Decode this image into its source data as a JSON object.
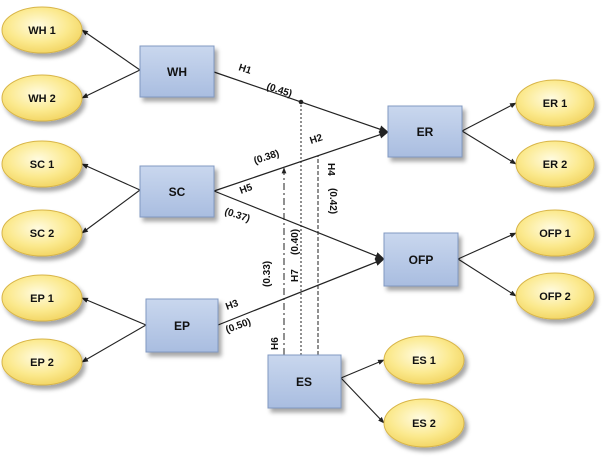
{
  "diagram": {
    "constructs": {
      "WH": "WH",
      "SC": "SC",
      "EP": "EP",
      "ER": "ER",
      "OFP": "OFP",
      "ES": "ES"
    },
    "indicators": {
      "WH1": "WH 1",
      "WH2": "WH 2",
      "SC1": "SC 1",
      "SC2": "SC 2",
      "EP1": "EP 1",
      "EP2": "EP 2",
      "ER1": "ER 1",
      "ER2": "ER 2",
      "OFP1": "OFP 1",
      "OFP2": "OFP 2",
      "ES1": "ES 1",
      "ES2": "ES 2"
    },
    "paths": {
      "H1": {
        "label": "H1",
        "coef": "(0.45)"
      },
      "H2": {
        "label": "H2",
        "coef": "(0.38)"
      },
      "H3": {
        "label": "H3",
        "coef": "(0.50)"
      },
      "H4": {
        "label": "H4",
        "coef": "(0.42)"
      },
      "H5": {
        "label": "H5",
        "coef": "(0.37)"
      },
      "H6": {
        "label": "H6",
        "coef": "(0.33)"
      },
      "H7": {
        "label": "H7",
        "coef": "(0.40)"
      }
    },
    "colors": {
      "box_fill_top": "#c9d7ee",
      "box_fill_bottom": "#a9bde0",
      "box_stroke": "#7b93bd",
      "ellipse_fill_center": "#fff6b8",
      "ellipse_fill_edge": "#f4d86a",
      "ellipse_stroke": "#d9b64a",
      "line": "#222222"
    }
  }
}
